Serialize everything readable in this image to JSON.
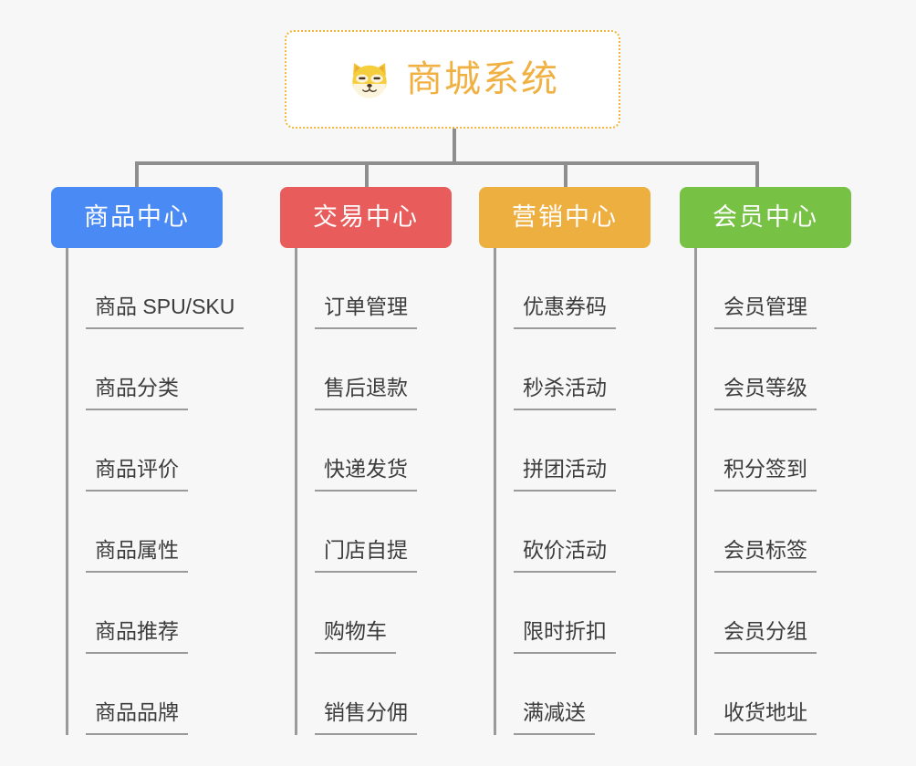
{
  "canvas": {
    "background": "#f7f7f7",
    "connector_color": "#8e8e8e",
    "leaf_line_color": "#9a9a9a",
    "leaf_text_color": "#3c3c3c"
  },
  "root": {
    "title": "商城系统",
    "icon": "shiba-dog-icon",
    "title_color": "#f0b042",
    "border_color": "#f0b63c",
    "background": "#ffffff"
  },
  "branches": [
    {
      "id": "product-center",
      "label": "商品中心",
      "color": "#4a8af4",
      "items": [
        "商品 SPU/SKU",
        "商品分类",
        "商品评价",
        "商品属性",
        "商品推荐",
        "商品品牌"
      ]
    },
    {
      "id": "trade-center",
      "label": "交易中心",
      "color": "#e85c5c",
      "items": [
        "订单管理",
        "售后退款",
        "快递发货",
        "门店自提",
        "购物车",
        "销售分佣"
      ]
    },
    {
      "id": "marketing-center",
      "label": "营销中心",
      "color": "#eeaf41",
      "items": [
        "优惠券码",
        "秒杀活动",
        "拼团活动",
        "砍价活动",
        "限时折扣",
        "满减送"
      ]
    },
    {
      "id": "member-center",
      "label": "会员中心",
      "color": "#77c244",
      "items": [
        "会员管理",
        "会员等级",
        "积分签到",
        "会员标签",
        "会员分组",
        "收货地址"
      ]
    }
  ]
}
